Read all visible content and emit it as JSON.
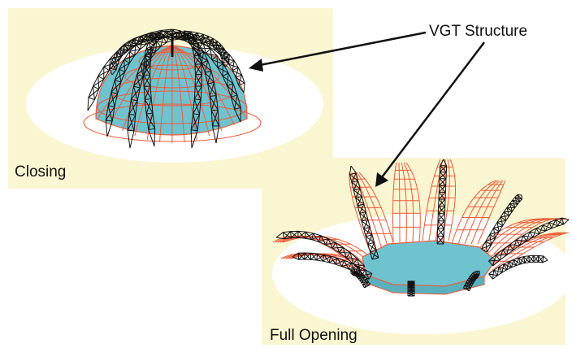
{
  "figure": {
    "panels": [
      {
        "id": "closing",
        "caption": "Closing"
      },
      {
        "id": "full-opening",
        "caption": "Full Opening"
      }
    ],
    "callout": {
      "text": "VGT Structure"
    }
  },
  "colors": {
    "panel_bg": "#fbf6d2",
    "ground": "#ffffff",
    "dome": "#6fc3cf",
    "petal_mesh": "#ee5b3a",
    "vgt_truss": "#111111",
    "text": "#111111"
  }
}
